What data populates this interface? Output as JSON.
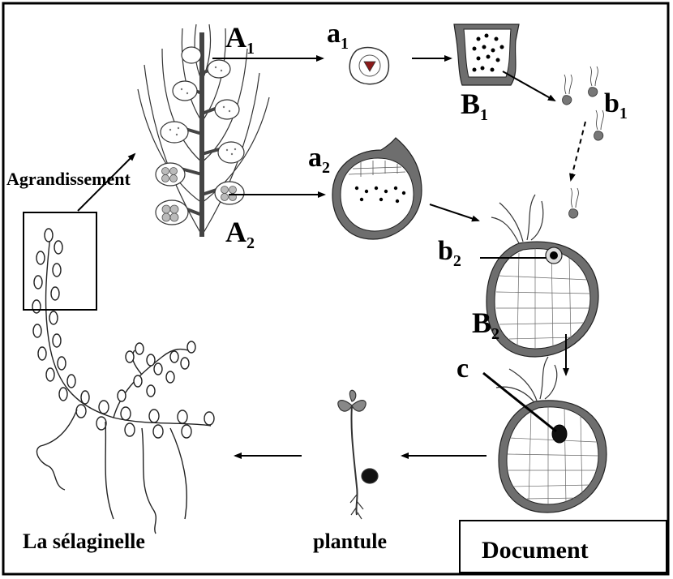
{
  "labels": {
    "A1": {
      "main": "A",
      "sub": "1"
    },
    "A2": {
      "main": "A",
      "sub": "2"
    },
    "a1": {
      "main": "a",
      "sub": "1"
    },
    "a2": {
      "main": "a",
      "sub": "2"
    },
    "B1": {
      "main": "B",
      "sub": "1"
    },
    "B2": {
      "main": "B",
      "sub": "2"
    },
    "b1": {
      "main": "b",
      "sub": "1"
    },
    "b2": {
      "main": "b",
      "sub": "2"
    },
    "c": "c",
    "agrandissement": "Agrandissement",
    "plantule": "plantule",
    "selaginelle": "La sélaginelle",
    "document": "Document"
  }
}
